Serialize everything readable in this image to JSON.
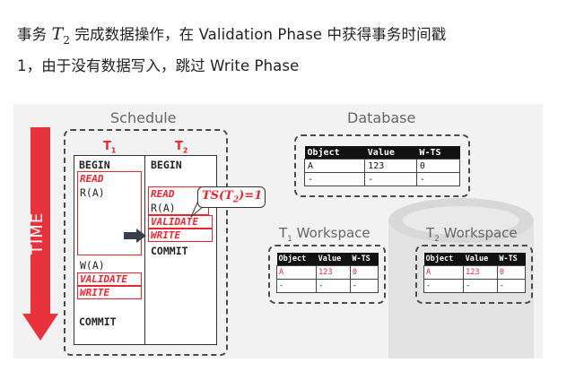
{
  "text": {
    "line1_a": "事务 ",
    "line1_math_var": "T",
    "line1_math_sub": "2",
    "line1_b": " 完成数据操作，在 Validation Phase 中获得事务时间戳",
    "line2": "1，由于没有数据写入，跳过 Write Phase"
  },
  "slide": {
    "time_label": "TIME",
    "schedule_label": "Schedule",
    "database_label": "Database",
    "t1_header": "T",
    "t1_sub": "1",
    "t2_header": "T",
    "t2_sub": "2",
    "t1_ops": {
      "begin": "BEGIN",
      "read": "READ",
      "ra": "R(A)",
      "wa": "W(A)",
      "validate": "VALIDATE",
      "write": "WRITE",
      "commit": "COMMIT"
    },
    "t2_ops": {
      "begin": "BEGIN",
      "read": "READ",
      "ra": "R(A)",
      "validate": "VALIDATE",
      "write": "WRITE",
      "commit": "COMMIT"
    },
    "callout": {
      "ts": "TS(T",
      "sub": "2",
      "rest": ")=1"
    },
    "db_table": {
      "headers": [
        "Object",
        "Value",
        "W-TS"
      ],
      "rows": [
        [
          "A",
          "123",
          "0"
        ],
        [
          "-",
          "-",
          "-"
        ]
      ]
    },
    "w1": {
      "label": "T",
      "sub": "1",
      "suffix": " Workspace",
      "headers": [
        "Object",
        "Value",
        "W-TS"
      ],
      "rows": [
        [
          "A",
          "123",
          "0"
        ],
        [
          "-",
          "-",
          "-"
        ]
      ]
    },
    "w2": {
      "label": "T",
      "sub": "2",
      "suffix": " Workspace",
      "headers": [
        "Object",
        "Value",
        "W-TS"
      ],
      "rows": [
        [
          "A",
          "123",
          "0"
        ],
        [
          "-",
          "-",
          "-"
        ]
      ]
    }
  },
  "colors": {
    "red": "#e8262f",
    "time_arrow": "#e8333c",
    "slide_bg": "#f2f2f2"
  }
}
